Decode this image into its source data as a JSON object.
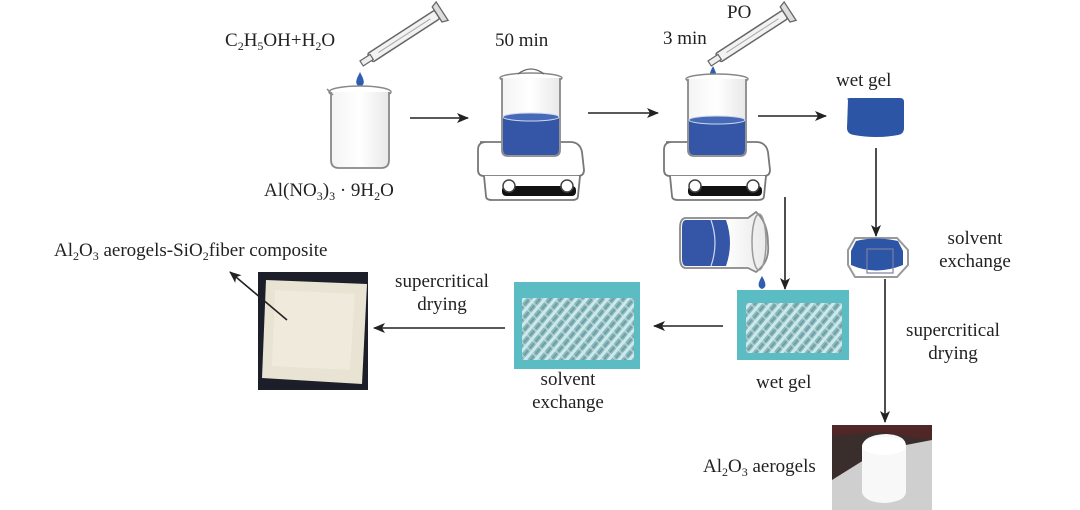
{
  "diagram": {
    "title": "Preparation of Al2O3 aerogels and Al2O3 aerogels-SiO2 fiber composite",
    "colors": {
      "liquid": "#3556a6",
      "gel_block": "#2c55a5",
      "fiber_mat": "#5cbcc4",
      "arrow": "#222222"
    },
    "labels": {
      "reagent_added": {
        "parts": [
          "C",
          "2",
          "H",
          "5",
          "OH+H",
          "2",
          "O"
        ]
      },
      "precursor": {
        "parts": [
          "Al(NO",
          "3",
          ")",
          "3",
          " · 9H",
          "2",
          "O"
        ]
      },
      "stir_time_1": "50 min",
      "stir_time_2": "3 min",
      "po_reagent": "PO",
      "wet_gel_top": "wet gel",
      "solvent_exchange_right_1": "solvent",
      "solvent_exchange_right_2": "exchange",
      "supercritical_right_1": "supercritical",
      "supercritical_right_2": "drying",
      "aerogel_product": {
        "parts": [
          "Al",
          "2",
          "O",
          "3",
          " aerogels"
        ]
      },
      "wet_gel_bottom": "wet gel",
      "solvent_exchange_bottom_1": "solvent",
      "solvent_exchange_bottom_2": "exchange",
      "supercritical_left_1": "supercritical",
      "supercritical_left_2": "drying",
      "composite_product": {
        "parts": [
          "Al",
          "2",
          "O",
          "3",
          " aerogels-SiO",
          "2",
          "fiber composite"
        ]
      }
    },
    "steps": [
      {
        "id": 1,
        "name": "Mix ethanol/water with aluminum nitrate nonahydrate"
      },
      {
        "id": 2,
        "name": "Stir on hot plate",
        "time": "50 min"
      },
      {
        "id": 3,
        "name": "Add PO and stir",
        "time": "3 min"
      },
      {
        "id": 4,
        "name": "Wet gel"
      },
      {
        "id": 5,
        "name": "Solvent exchange"
      },
      {
        "id": 6,
        "name": "Supercritical drying → Al2O3 aerogels"
      },
      {
        "id": 7,
        "name": "Pour sol onto SiO2 fiber → wet gel"
      },
      {
        "id": 8,
        "name": "Solvent exchange"
      },
      {
        "id": 9,
        "name": "Supercritical drying → composite"
      }
    ]
  }
}
